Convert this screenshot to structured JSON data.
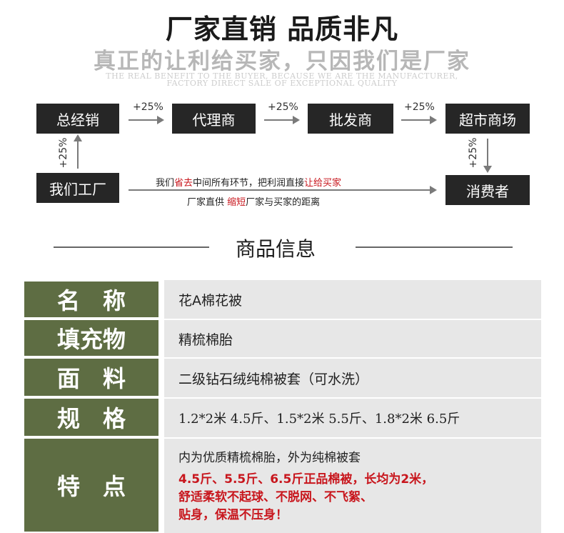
{
  "header": {
    "title": "厂家直销 品质非凡",
    "subtitle": "真正的让利给买家，只因我们是厂家",
    "english_line1": "THE REAL BENEFIT TO THE BUYER, BECAUSE WE ARE THE MANUFACTURER,",
    "english_line2": "FACTORY DIRECT SALE OF EXCEPTIONAL QUALITY"
  },
  "flow": {
    "boxes": {
      "general": "总经销",
      "agent": "代理商",
      "wholesaler": "批发商",
      "supermarket": "超市商场",
      "factory": "我们工厂",
      "consumer": "消费者"
    },
    "markup": "+25%",
    "middle_line1": {
      "part1": "我们",
      "part2": "省去",
      "part3": "中间所有环节，把利润直接",
      "part4": "让给买家"
    },
    "middle_line2": {
      "part1": "厂家直供 ",
      "part2": "缩短",
      "part3": "厂家与买家的距离"
    }
  },
  "product_info": {
    "section_title": "商品信息",
    "rows": [
      {
        "label": "名　称",
        "value": "花A棉花被"
      },
      {
        "label": "填充物",
        "value": "精梳棉胎"
      },
      {
        "label": "面　料",
        "value": "二级钻石绒纯棉被套（可水洗）"
      },
      {
        "label": "规　格",
        "value": "1.2*2米 4.5斤、1.5*2米 5.5斤、1.8*2米 6.5斤"
      },
      {
        "label": "特　点",
        "value_line1": "内为优质精梳棉胎，外为纯棉被套",
        "red_line1": "4.5斤、5.5斤、6.5斤正品棉被，长均为2米，",
        "red_line2": "舒适柔软不起球、不脱网、不飞絮、",
        "red_line3": "贴身，保温不压身！"
      }
    ]
  },
  "colors": {
    "label_bg": "#5e6d43",
    "value_bg": "#e7e7e7",
    "box_bg": "#262626",
    "accent_red": "#c8161d"
  }
}
